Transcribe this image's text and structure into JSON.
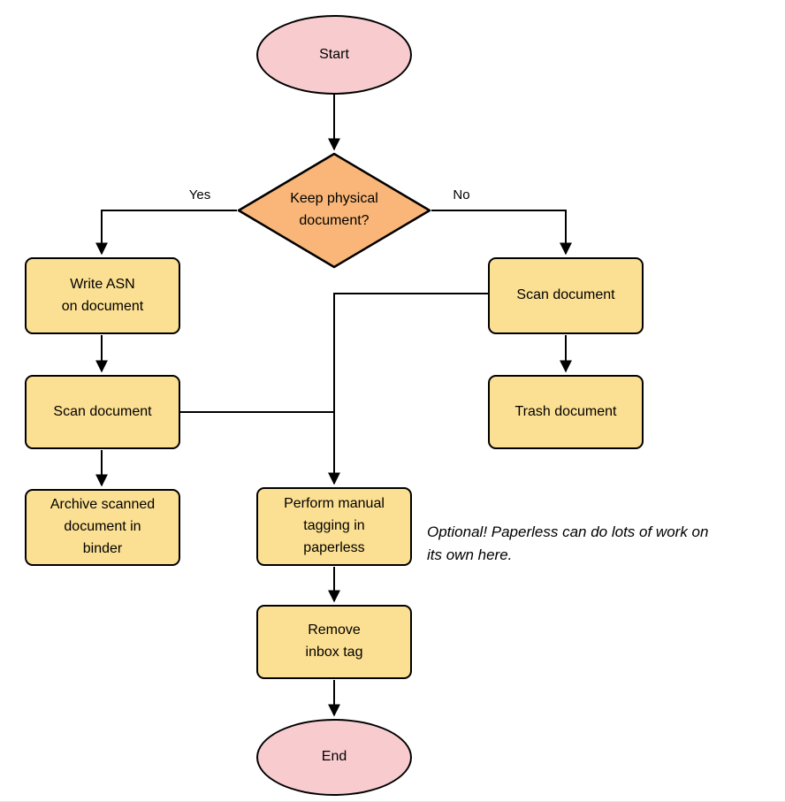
{
  "colors": {
    "background": "#ffffff",
    "stroke": "#000000",
    "text": "#000000",
    "terminal_fill": "#f8cccf",
    "decision_fill": "#f9b678",
    "process_fill": "#fbdf92"
  },
  "nodes": {
    "start": {
      "type": "terminal",
      "label": "Start"
    },
    "decision": {
      "type": "decision",
      "label": "Keep physical\ndocument?"
    },
    "write_asn": {
      "type": "process",
      "label": "Write ASN\non document"
    },
    "scan_left": {
      "type": "process",
      "label": "Scan document"
    },
    "archive": {
      "type": "process",
      "label": "Archive scanned\ndocument in\nbinder"
    },
    "scan_right": {
      "type": "process",
      "label": "Scan document"
    },
    "trash": {
      "type": "process",
      "label": "Trash document"
    },
    "tagging": {
      "type": "process",
      "label": "Perform manual\ntagging in\npaperless"
    },
    "remove_inbox": {
      "type": "process",
      "label": "Remove\ninbox tag"
    },
    "end": {
      "type": "terminal",
      "label": "End"
    }
  },
  "edge_labels": {
    "yes": "Yes",
    "no": "No"
  },
  "annotation": {
    "text": "Optional! Paperless can do lots of work on\nits own here."
  }
}
